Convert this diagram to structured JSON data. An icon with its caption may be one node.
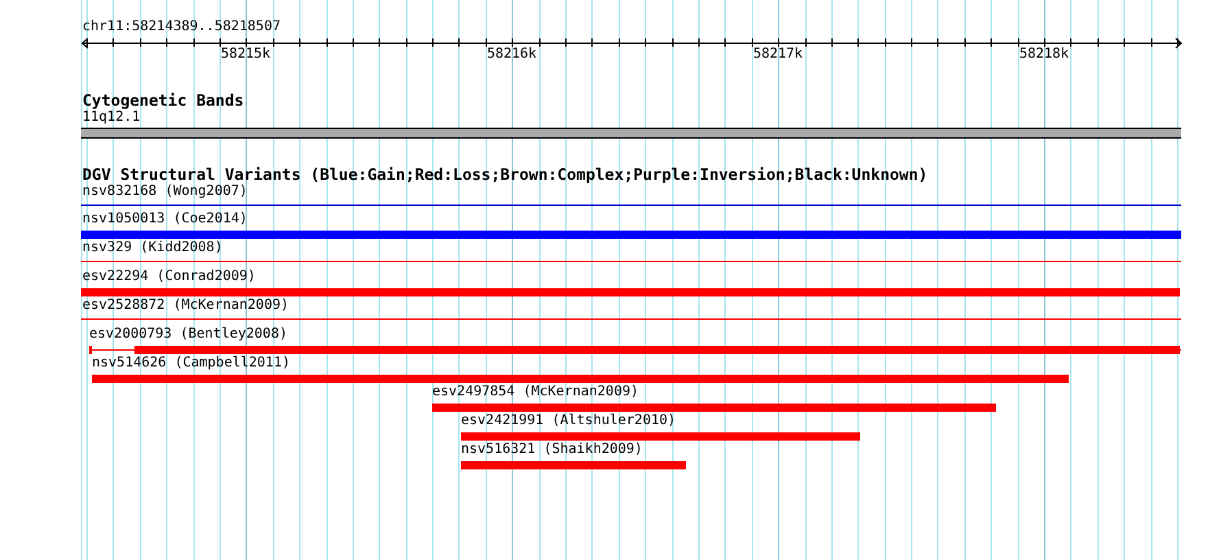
{
  "diagram": {
    "nodes": [
      {
        "text": [
          "11q12.1"
        ]
      },
      {
        "text": [
          "nsv832168 (Wong2007)"
        ]
      },
      {
        "text": [
          "nsv1050013 (Coe2014)"
        ]
      },
      {
        "text": [
          "nsv329 (Kidd2008)"
        ]
      },
      {
        "text": [
          "esv22294 (Conrad2009)"
        ]
      },
      {
        "text": [
          "esv2528872 (McKernan2009)"
        ]
      },
      {
        "text": [
          "esv2000793 (Bentley2008)"
        ]
      },
      {
        "text": [
          "nsv514626 (Campbell2011)"
        ]
      },
      {
        "text": [
          "esv2497854 (McKernan2009)"
        ]
      },
      {
        "text": [
          "esv2421991 (Altshuler2010)"
        ]
      },
      {
        "text": [
          "nsv516321 (Shaikh2009)"
        ]
      }
    ],
    "labels": [
      "chr11:58214389..58218507",
      "58215k",
      "58216k",
      "58217k",
      "58218k",
      "Cytogenetic Bands",
      "DGV Structural Variants (Blue:Gain;Red:Loss;Brown:Complex;Purple:Inversion;Black:Unknown)"
    ]
  }
}
